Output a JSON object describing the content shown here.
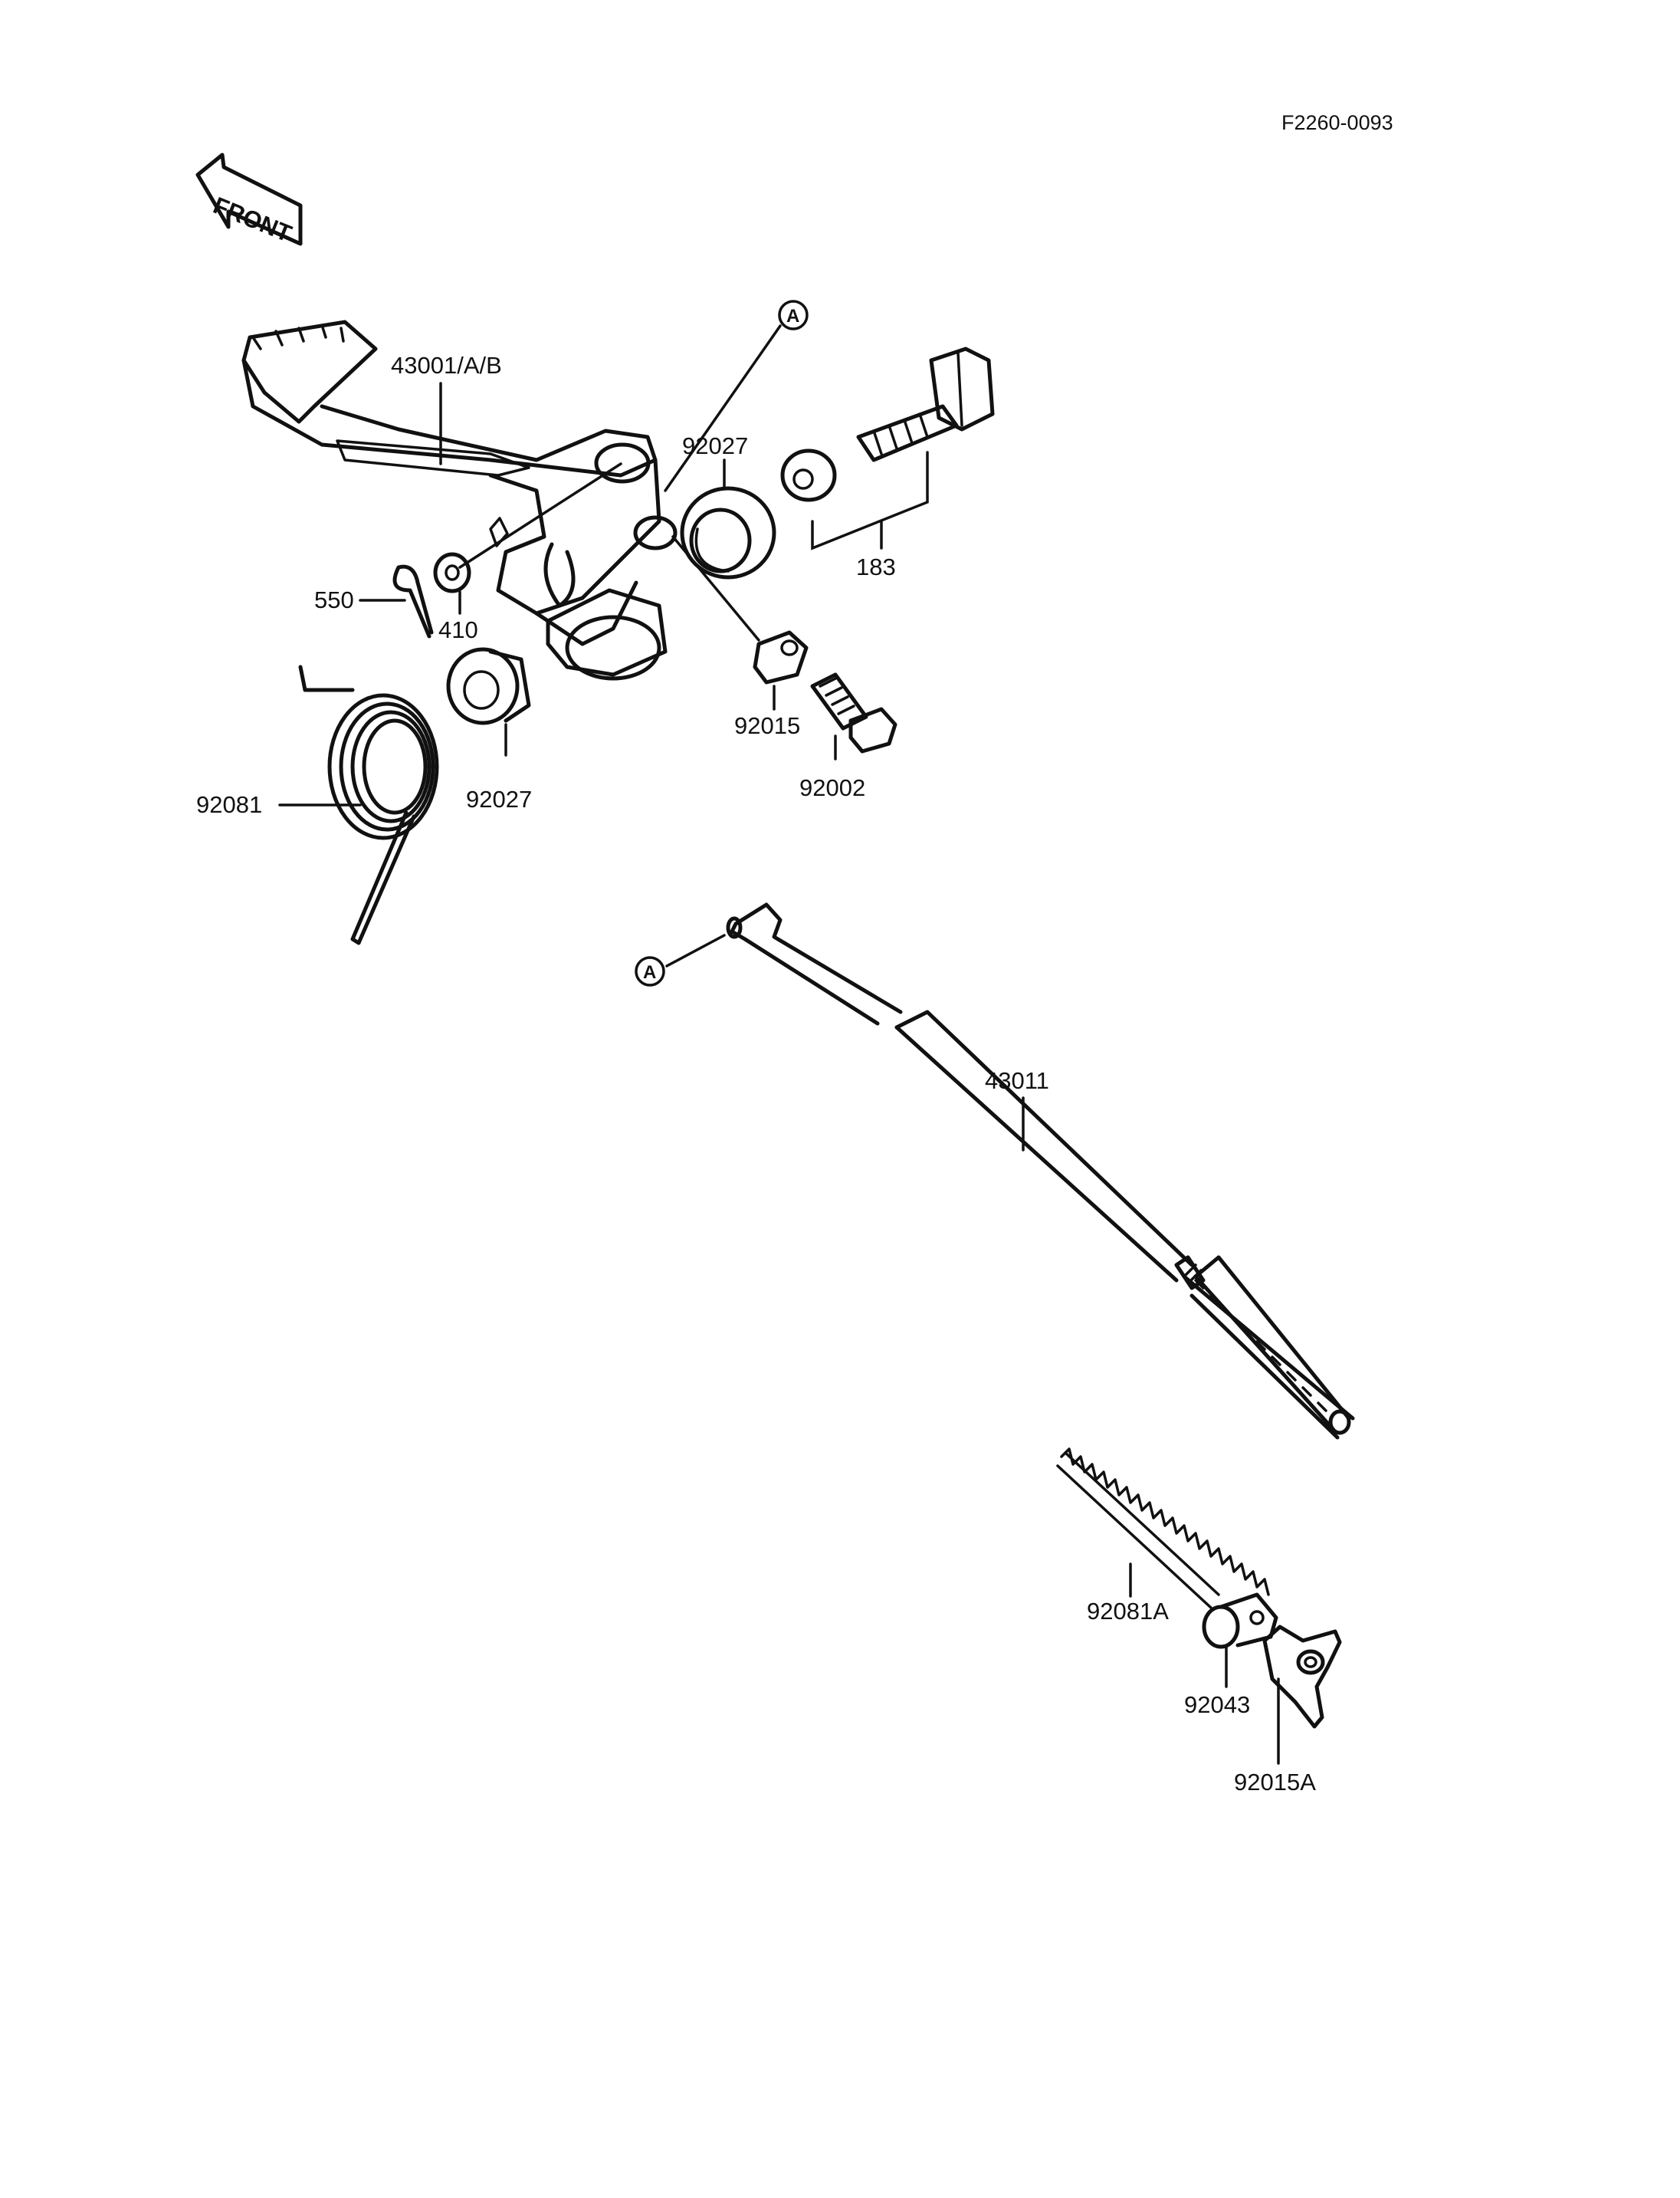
{
  "diagram_code": "F2260-0093",
  "front_label": "FRONT",
  "ref_marker": "A",
  "labels": {
    "brake_pedal": "43001/A/B",
    "bushing_upper": "92027",
    "bolt_set": "183",
    "cotter_pin": "550",
    "washer": "410",
    "bushing_lower": "92027",
    "collar": "92015",
    "bolt_small": "92002",
    "torsion_spring": "92081",
    "brake_rod": "43011",
    "coil_spring": "92081A",
    "pin_joint": "92043",
    "wing_nut": "92015A"
  }
}
